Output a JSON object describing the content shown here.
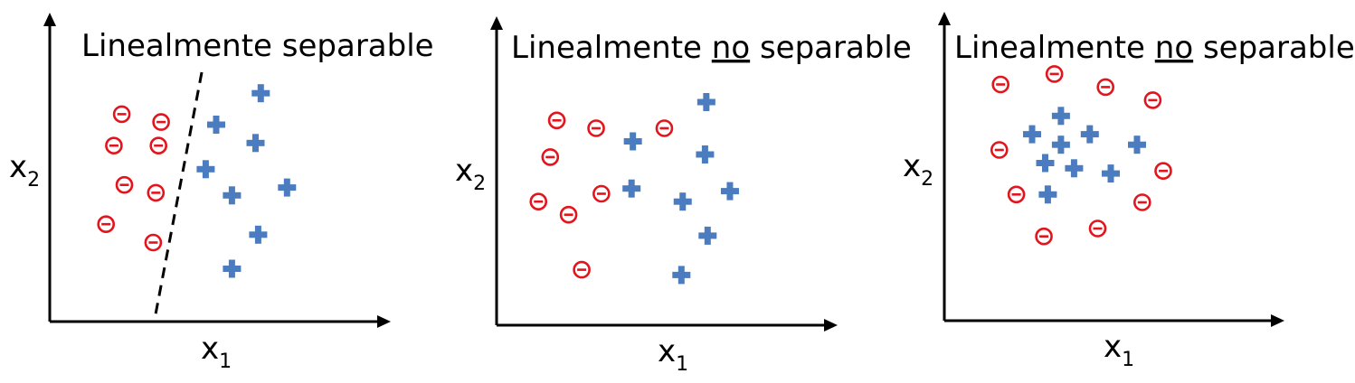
{
  "colors": {
    "negative": "#e3141c",
    "positive": "#4a7cbf",
    "axis": "#000000",
    "boundary": "#000000"
  },
  "panels": [
    {
      "title_parts": [
        {
          "text": "Linealmente separable",
          "underline": false
        }
      ],
      "xlabel": {
        "base": "x",
        "sub": "1"
      },
      "ylabel": {
        "base": "x",
        "sub": "2"
      },
      "negatives": [
        [
          2.4,
          7.4
        ],
        [
          3.9,
          7.1
        ],
        [
          2.1,
          6.2
        ],
        [
          3.8,
          6.2
        ],
        [
          2.5,
          4.7
        ],
        [
          3.7,
          4.4
        ],
        [
          1.8,
          3.2
        ],
        [
          3.6,
          2.5
        ]
      ],
      "positives": [
        [
          7.7,
          8.2
        ],
        [
          6.0,
          7.0
        ],
        [
          7.5,
          6.3
        ],
        [
          5.6,
          5.3
        ],
        [
          6.6,
          4.3
        ],
        [
          8.7,
          4.6
        ],
        [
          7.6,
          2.8
        ],
        [
          6.6,
          1.5
        ]
      ],
      "boundary": [
        [
          5.45,
          9.0
        ],
        [
          3.65,
          0.0
        ]
      ]
    },
    {
      "title_parts": [
        {
          "text": "Linealmente ",
          "underline": false
        },
        {
          "text": "no",
          "underline": true
        },
        {
          "text": " separable",
          "underline": false
        }
      ],
      "xlabel": {
        "base": "x",
        "sub": "1"
      },
      "ylabel": {
        "base": "x",
        "sub": "2"
      },
      "negatives": [
        [
          1.95,
          7.3
        ],
        [
          3.45,
          7.0
        ],
        [
          1.7,
          5.9
        ],
        [
          6.05,
          7.0
        ],
        [
          1.25,
          4.2
        ],
        [
          2.4,
          3.7
        ],
        [
          3.65,
          4.5
        ],
        [
          2.9,
          1.6
        ]
      ],
      "positives": [
        [
          7.65,
          8.0
        ],
        [
          4.85,
          6.5
        ],
        [
          7.6,
          6.0
        ],
        [
          4.8,
          4.7
        ],
        [
          6.75,
          4.2
        ],
        [
          8.55,
          4.6
        ],
        [
          7.7,
          2.9
        ],
        [
          6.7,
          1.4
        ]
      ],
      "boundary": null
    },
    {
      "title_parts": [
        {
          "text": "Linealmente ",
          "underline": false
        },
        {
          "text": "no",
          "underline": true
        },
        {
          "text": " separable",
          "underline": false
        }
      ],
      "xlabel": {
        "base": "x",
        "sub": "1"
      },
      "ylabel": {
        "base": "x",
        "sub": "2"
      },
      "negatives": [
        [
          1.8,
          8.5
        ],
        [
          3.85,
          8.9
        ],
        [
          5.8,
          8.4
        ],
        [
          7.6,
          7.9
        ],
        [
          1.75,
          6.0
        ],
        [
          8.0,
          5.2
        ],
        [
          2.4,
          4.3
        ],
        [
          7.2,
          4.0
        ],
        [
          5.5,
          3.0
        ],
        [
          3.45,
          2.7
        ]
      ],
      "positives": [
        [
          4.1,
          7.3
        ],
        [
          3.0,
          6.6
        ],
        [
          5.2,
          6.6
        ],
        [
          4.1,
          6.2
        ],
        [
          7.0,
          6.2
        ],
        [
          3.5,
          5.5
        ],
        [
          4.6,
          5.3
        ],
        [
          6.0,
          5.1
        ],
        [
          3.6,
          4.3
        ]
      ],
      "boundary": null
    }
  ]
}
